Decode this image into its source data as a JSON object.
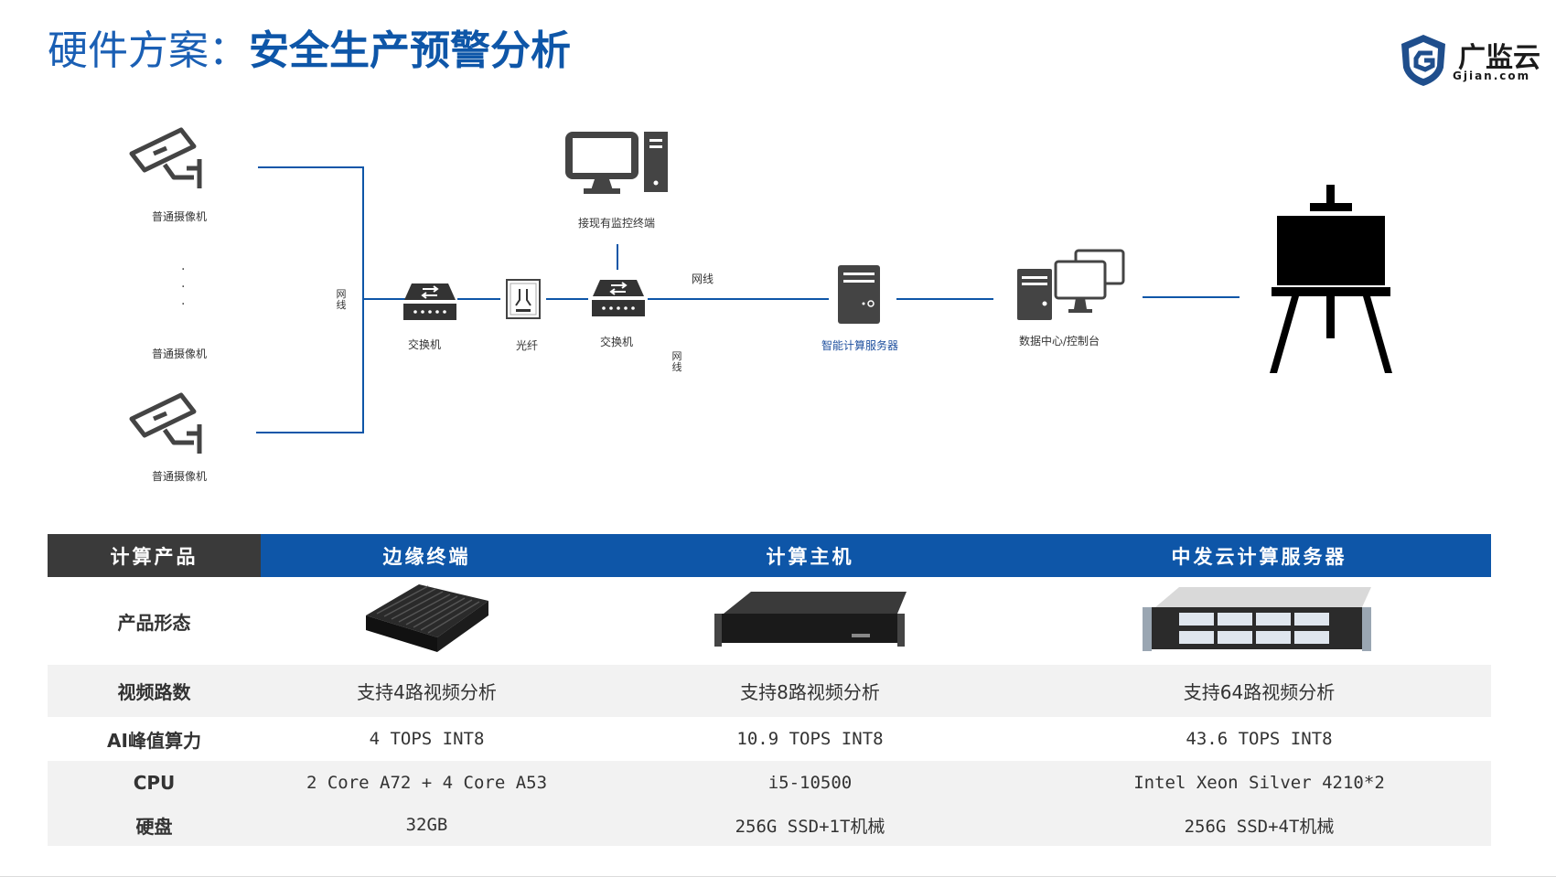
{
  "title": {
    "prefix": "硬件方案：",
    "main": "安全生产预警分析"
  },
  "logo": {
    "brand": "广监云",
    "domain": "Gjian.com"
  },
  "diagram": {
    "cameras": [
      "普通摄像机",
      "普通摄像机",
      "普通摄像机"
    ],
    "ellipsis": "·\n·\n·",
    "cable_label_vertical": "网线",
    "switch1": "交换机",
    "fiber": "光纤",
    "switch2": "交换机",
    "monitor_terminal": "接现有监控终端",
    "cable_label_horizontal": "网线",
    "cable_label_vertical2": "网线",
    "server": "智能计算服务器",
    "datacenter": "数据中心/控制台"
  },
  "table": {
    "headers": [
      "计算产品",
      "边缘终端",
      "计算主机",
      "中发云计算服务器"
    ],
    "rows": [
      {
        "label": "产品形态",
        "values": [
          "",
          "",
          ""
        ]
      },
      {
        "label": "视频路数",
        "values": [
          "支持4路视频分析",
          "支持8路视频分析",
          "支持64路视频分析"
        ]
      },
      {
        "label": "AI峰值算力",
        "values": [
          "4 TOPS INT8",
          "10.9 TOPS INT8",
          "43.6 TOPS INT8"
        ]
      },
      {
        "label": "CPU",
        "values": [
          "2 Core A72 + 4 Core A53",
          "i5-10500",
          "Intel Xeon Silver 4210*2"
        ]
      },
      {
        "label": "硬盘",
        "values": [
          "32GB",
          "256G SSD+1T机械",
          "256G SSD+4T机械"
        ]
      }
    ]
  },
  "colors": {
    "brand_blue": "#0e56a8",
    "header_dark": "#3a3a3a",
    "row_shade": "#f2f2f2"
  }
}
